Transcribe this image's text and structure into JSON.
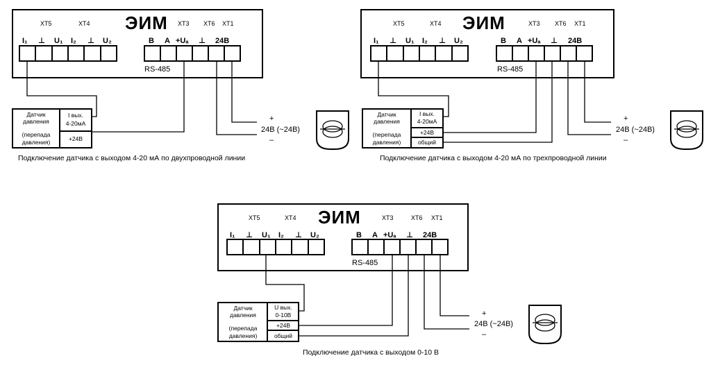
{
  "device_name": "ЭИМ",
  "connectors": {
    "xt5": "XT5",
    "xt4": "XT4",
    "xt3": "XT3",
    "xt6": "XT6",
    "xt1": "XT1"
  },
  "terminals": {
    "i1": "I₁",
    "gnd": "⊥",
    "u1": "U₁",
    "i2": "I₂",
    "u2": "U₂",
    "b": "B",
    "a": "A",
    "plus_u": "+Uₐ",
    "v24": "24В"
  },
  "interface_label": "RS-485",
  "supply": {
    "plus": "+",
    "minus": "–",
    "label": "24В (~24В)"
  },
  "sensor": {
    "name_lines": [
      "Датчик",
      "давления",
      "(перепада",
      "давления)"
    ],
    "current_out_lines": [
      "I вых.",
      "4-20мА"
    ],
    "voltage_out_lines": [
      "U вых.",
      "0-10В"
    ],
    "plus24": "+24В",
    "common": "общий"
  },
  "captions": {
    "diagram1": "Подключение датчика с выходом  4-20 мА по двухпроводной линии",
    "diagram2": "Подключение датчика с выходом  4-20 мА по трехпроводной линии",
    "diagram3": "Подключение датчика с выходом 0-10 В"
  }
}
